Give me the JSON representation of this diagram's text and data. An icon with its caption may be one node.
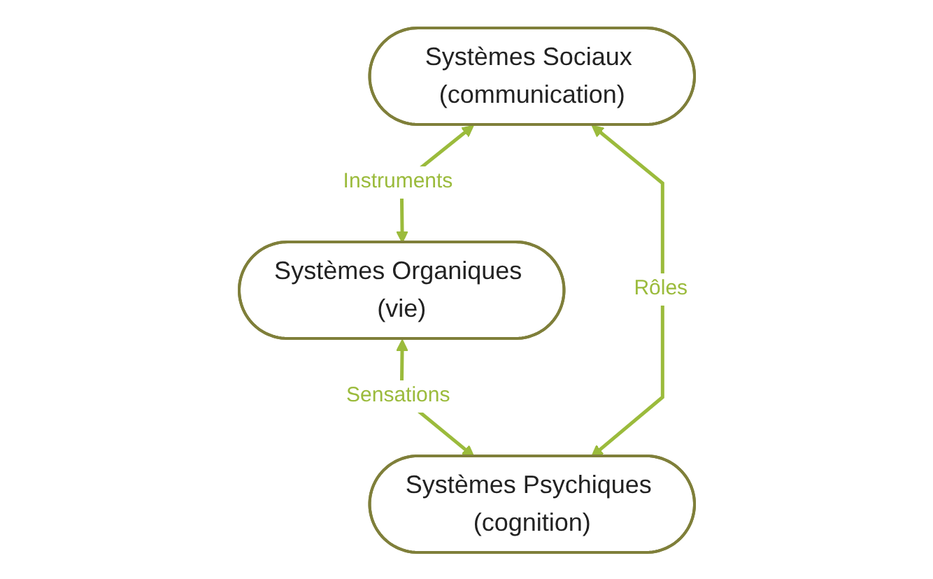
{
  "diagram": {
    "nodes": [
      {
        "text": [
          "Systèmes Organiques (vie)"
        ]
      },
      {
        "text": [
          "Systèmes Sociaux (communication)"
        ]
      },
      {
        "text": [
          "Systèmes Psychiques (cognition)"
        ]
      }
    ],
    "edges": [
      {
        "from": 1,
        "to": 0,
        "arrow": "both",
        "label": "Instruments"
      },
      {
        "from": 0,
        "to": 2,
        "arrow": "both",
        "label": "Sensations"
      },
      {
        "from": 1,
        "to": 2,
        "arrow": "both",
        "label": "Rôles"
      }
    ]
  }
}
